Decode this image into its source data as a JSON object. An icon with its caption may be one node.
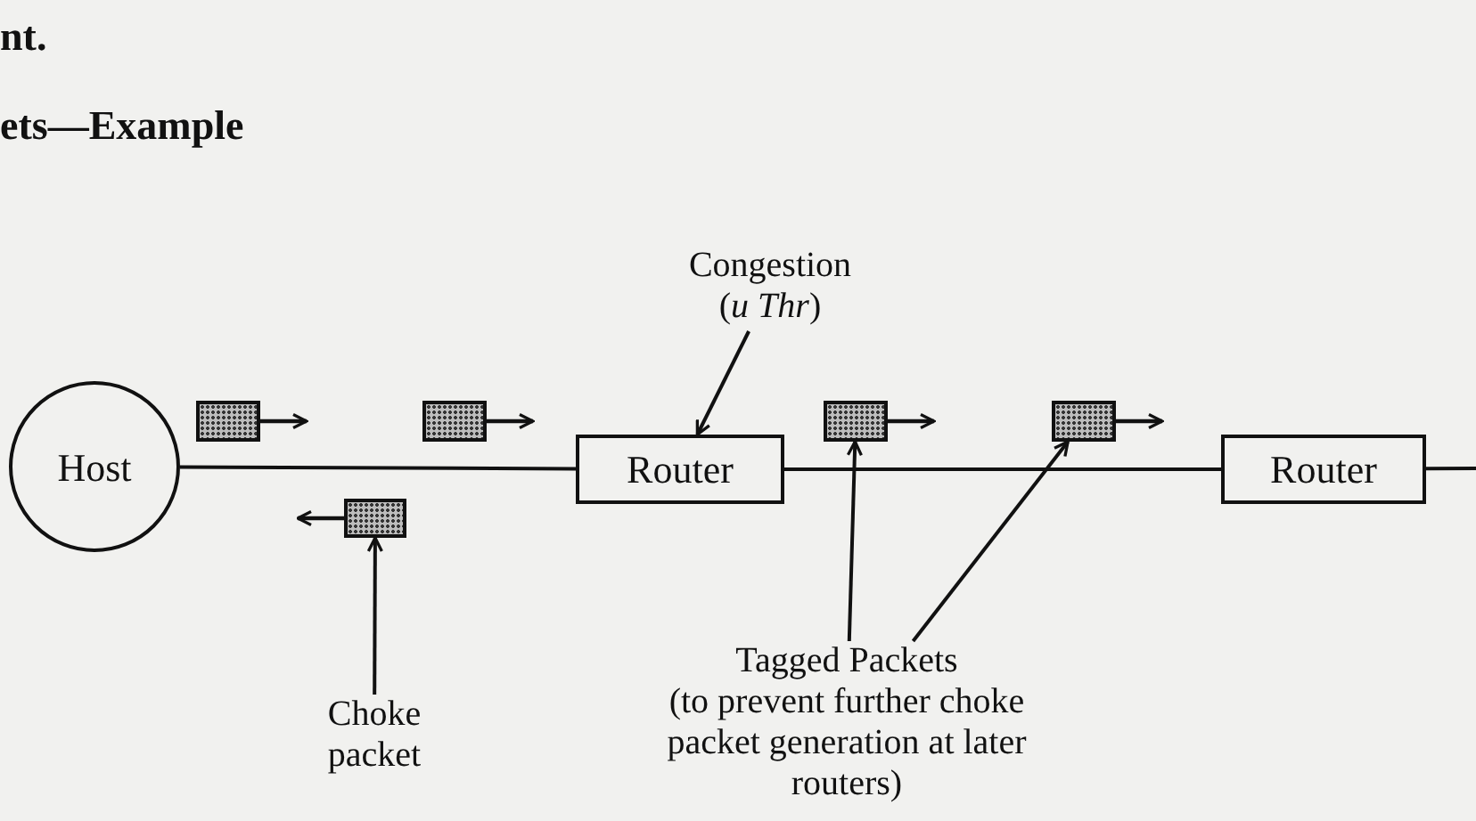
{
  "diagram": {
    "title": "ets—Example",
    "nodes": [
      {
        "text": [
          "Host"
        ]
      },
      {
        "text": [
          "Router"
        ]
      },
      {
        "text": [
          "Router"
        ]
      },
      {
        "text": [],
        "shape": "box"
      },
      {
        "text": [],
        "shape": "box"
      },
      {
        "text": [],
        "shape": "box"
      },
      {
        "text": [],
        "shape": "box"
      },
      {
        "text": [],
        "shape": "box"
      },
      {
        "text": [
          "Congestion (*u Thr*)"
        ]
      },
      {
        "text": [
          "Choke packet"
        ]
      },
      {
        "text": [
          "Tagged Packets",
          "(to prevent further choke packet generation at later routers)"
        ]
      }
    ],
    "edges": [
      {
        "from": 0,
        "to": 1,
        "arrow": "none"
      },
      {
        "from": 1,
        "to": 2,
        "arrow": "none"
      },
      {
        "from": 2,
        "to": null,
        "arrow": "none"
      },
      {
        "from": 8,
        "to": 1,
        "arrow": "to"
      },
      {
        "from": 9,
        "to": 7,
        "arrow": "to"
      },
      {
        "from": 10,
        "to": 5,
        "arrow": "to"
      },
      {
        "from": 10,
        "to": 6,
        "arrow": "to"
      }
    ],
    "labels": [
      "nt."
    ]
  }
}
